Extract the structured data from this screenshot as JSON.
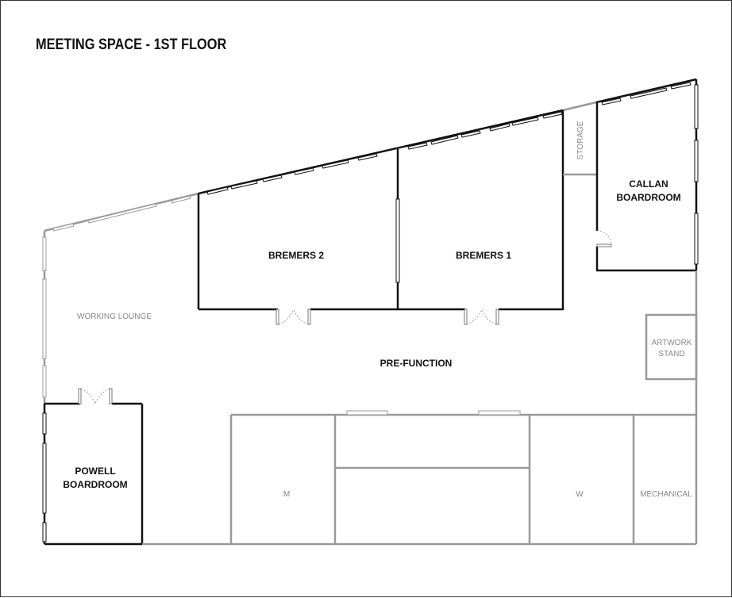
{
  "plan": {
    "title": "MEETING SPACE - 1ST FLOOR",
    "rooms": {
      "bremers_2": "BREMERS 2",
      "bremers_1": "BREMERS 1",
      "callan": {
        "line1": "CALLAN",
        "line2": "BOARDROOM"
      },
      "powell": {
        "line1": "POWELL",
        "line2": "BOARDROOM"
      },
      "storage": "STORAGE",
      "working_lounge": "WORKING LOUNGE",
      "pre_function": "PRE-FUNCTION",
      "artwork_stand": {
        "line1": "ARTWORK",
        "line2": "STAND"
      },
      "mens_restroom": "M",
      "womens_restroom": "W",
      "mechanical": "MECHANICAL"
    },
    "colors": {
      "meeting_room_wall": "#111111",
      "service_wall": "#999999",
      "service_label": "#888888",
      "frame_border": "#333333"
    }
  }
}
